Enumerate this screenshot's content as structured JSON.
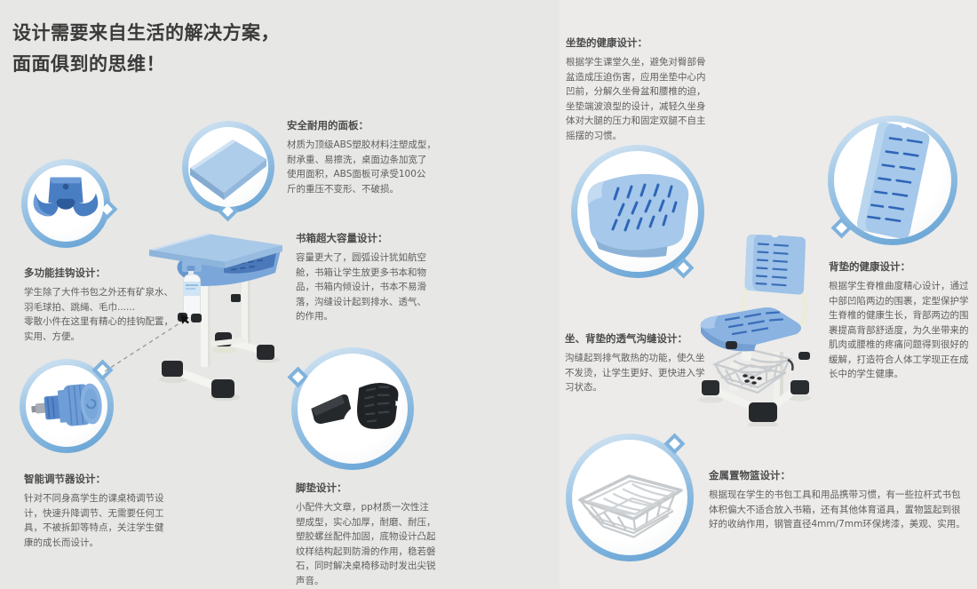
{
  "title": "设计需要来自生活的解决方案，\n面面俱到的思维！",
  "sections": {
    "panel": {
      "heading": "安全耐用的面板：",
      "body": "材质为顶级ABS塑胶材料注塑成型，\n耐承重、易擦洗，桌面边条加宽了\n使用面积，ABS面板可承受100公\n斤的重压不变形、不破损。"
    },
    "hook": {
      "heading": "多功能挂钩设计：",
      "body": "学生除了大件书包之外还有矿泉水、\n羽毛球拍、跳绳、毛巾......\n零散小件在这里有精心的挂钩配置，\n实用、方便。"
    },
    "bookbox": {
      "heading": "书箱超大容量设计：",
      "body": "容量更大了，圆弧设计犹如航空\n舱，书箱让学生放更多书本和物\n品，书箱内倾设计，书本不易滑\n落，沟缝设计起到排水、透气、\n的作用。"
    },
    "adjuster": {
      "heading": "智能调节器设计：",
      "body": "针对不同身高学生的课桌椅调节设\n计，快速升降调节、无需要任何工\n具，不被拆卸等特点，关注学生健\n康的成长而设计。"
    },
    "footpad": {
      "heading": "脚垫设计：",
      "body": "小配件大文章，pp材质一次性注\n塑成型，实心加厚，耐磨、耐压，\n塑胶螺丝配件加固，底物设计凸起\n纹样结构起到防滑的作用，稳若磐\n石，同时解决桌椅移动时发出尖锐\n声音。"
    },
    "seat": {
      "heading": "坐垫的健康设计：",
      "body": "根据学生课堂久坐，避免对臀部骨\n盆造成压迫伤害，应用坐垫中心内\n凹前，分解久坐骨盆和腰椎的迫，\n坐垫端波浪型的设计，减轻久坐身\n体对大腿的压力和固定双腿不自主\n摇摆的习惯。"
    },
    "back": {
      "heading": "背垫的健康设计：",
      "body": "根据学生脊椎曲度精心设计，通过\n中部凹陷两边的围裹，定型保护学\n生脊椎的健康生长，背部两边的围\n裹提高背部舒适度，为久坐带来的\n肌肉或腰椎的疼痛问题得到很好的\n缓解，打造符合人体工学现正在成\n长中的学生健康。"
    },
    "groove": {
      "heading": "坐、背垫的透气沟缝设计：",
      "body": "沟缝起到排气散热的功能，使久坐\n不发烫，让学生更好、更快进入学\n习状态。"
    },
    "basket": {
      "heading": "金属置物篮设计：",
      "body": "根据现在学生的书包工具和用品携带习惯，有一些拉杆式书包\n体积偏大不适合放入书箱，还有其他体育道具，置物篮起到很\n好的收纳作用，钢管直径4mm/7mm环保烤漆，美观、实用。"
    }
  },
  "icons": [
    "tabletop-icon",
    "hook-icon",
    "adjuster-knob-icon",
    "footpad-icon",
    "seat-cushion-icon",
    "backrest-icon",
    "wire-basket-icon",
    "desk-illustration",
    "chair-illustration",
    "cursor-icon"
  ],
  "colors": {
    "bubble_border": "#7fb2dc",
    "product_blue": "#a6c8ea",
    "slot_blue": "#2f66b8",
    "frame_white": "#f2f2ef",
    "foot_black": "#27292c",
    "bg_left": "#e7e7e5",
    "bg_right": "#ecebe9",
    "heading": "#4c4c4c",
    "body": "#5f5f5f"
  }
}
